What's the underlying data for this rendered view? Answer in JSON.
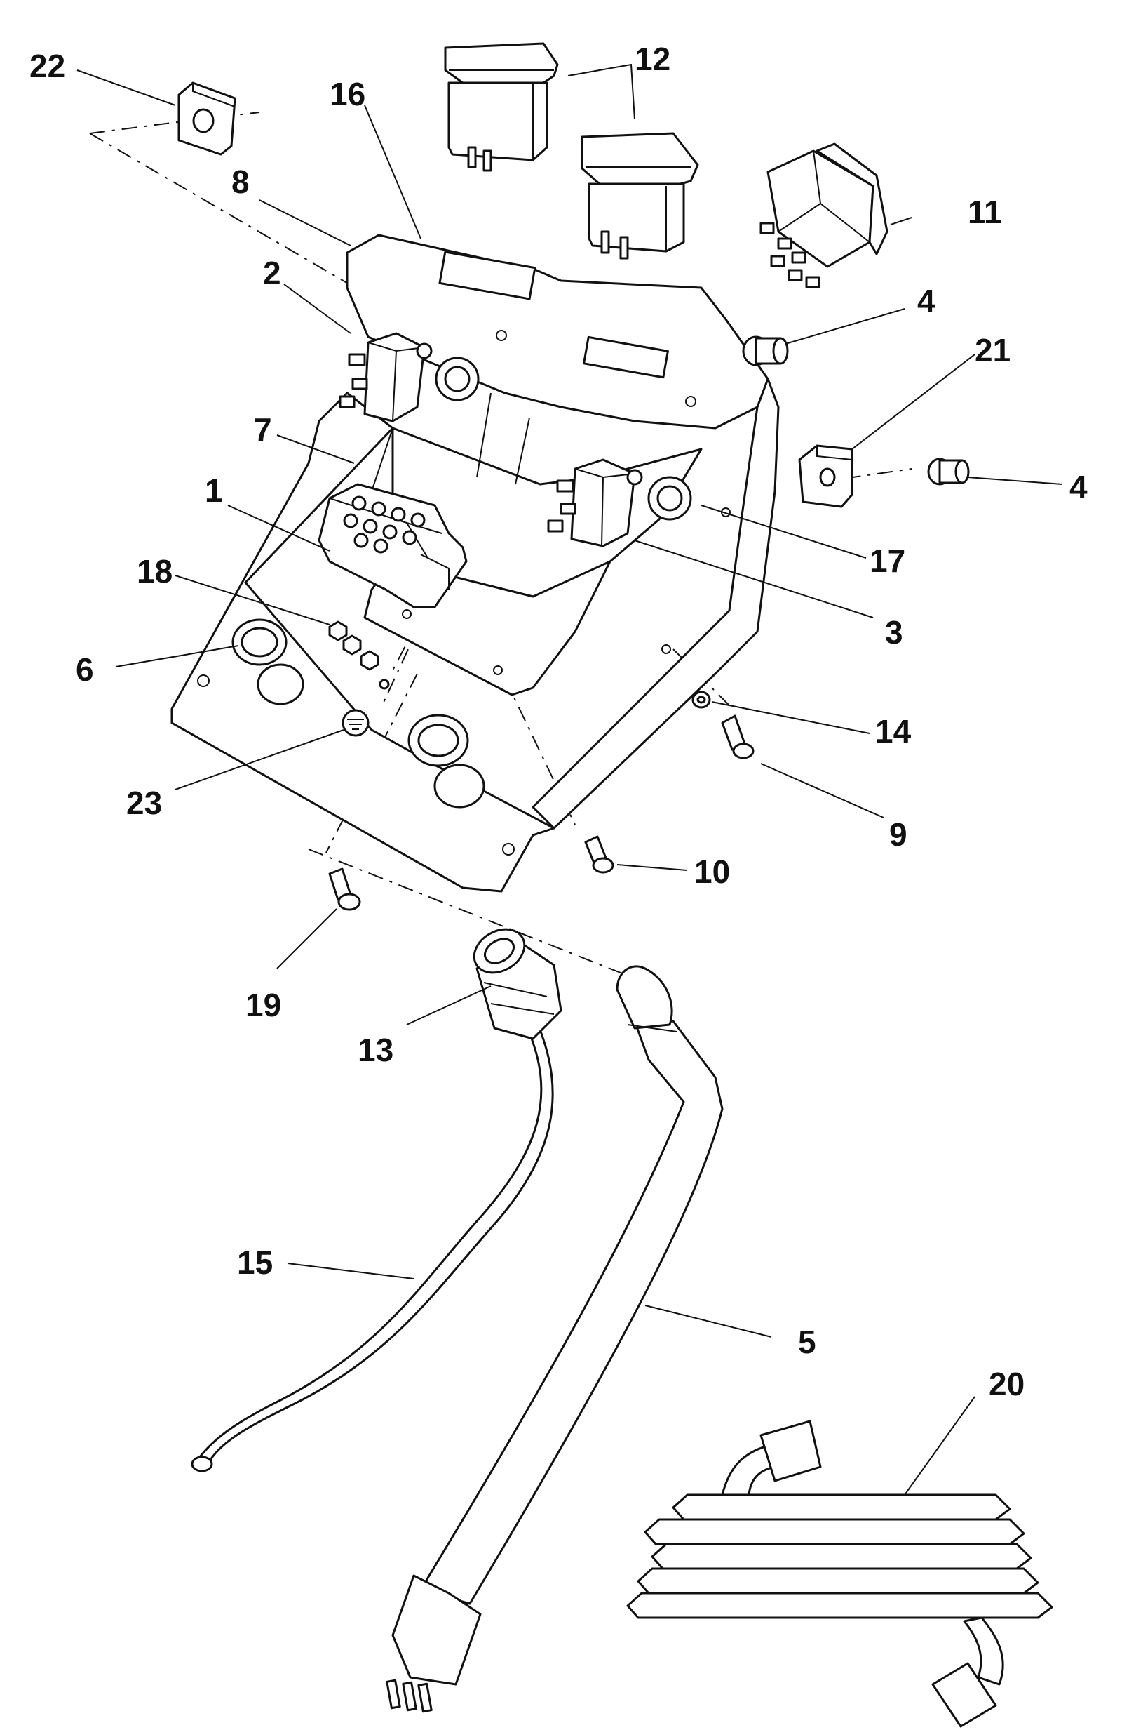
{
  "diagram": {
    "colors": {
      "line": "#111111",
      "background": "#ffffff"
    },
    "callouts": {
      "c1": "1",
      "c2": "2",
      "c3": "3",
      "c4a": "4",
      "c4b": "4",
      "c5": "5",
      "c6": "6",
      "c7": "7",
      "c8": "8",
      "c9": "9",
      "c10": "10",
      "c11": "11",
      "c12": "12",
      "c13": "13",
      "c14": "14",
      "c15": "15",
      "c16": "16",
      "c17": "17",
      "c18": "18",
      "c19": "19",
      "c20": "20",
      "c21": "21",
      "c22": "22",
      "c23": "23"
    }
  }
}
